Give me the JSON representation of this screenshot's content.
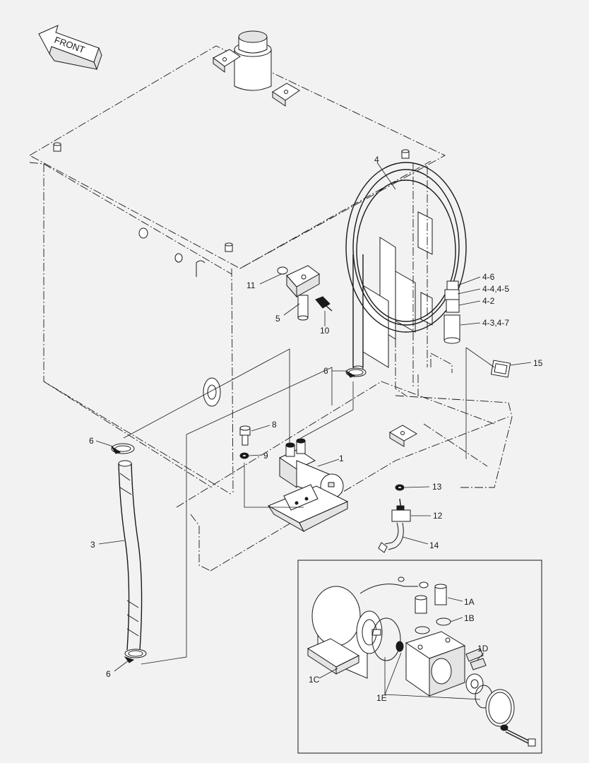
{
  "direction": {
    "text": "FRONT"
  },
  "callouts": [
    {
      "id": "c-4",
      "text": "4"
    },
    {
      "id": "c-4-6",
      "text": "4-6"
    },
    {
      "id": "c-4-4",
      "text": "4-4,4-5"
    },
    {
      "id": "c-4-2",
      "text": "4-2"
    },
    {
      "id": "c-4-3",
      "text": "4-3,4-7"
    },
    {
      "id": "c-11",
      "text": "11"
    },
    {
      "id": "c-5",
      "text": "5"
    },
    {
      "id": "c-10",
      "text": "10"
    },
    {
      "id": "c-6a",
      "text": "6"
    },
    {
      "id": "c-15",
      "text": "15"
    },
    {
      "id": "c-6b",
      "text": "6"
    },
    {
      "id": "c-8",
      "text": "8"
    },
    {
      "id": "c-9",
      "text": "9"
    },
    {
      "id": "c-1",
      "text": "1"
    },
    {
      "id": "c-13",
      "text": "13"
    },
    {
      "id": "c-12",
      "text": "12"
    },
    {
      "id": "c-3",
      "text": "3"
    },
    {
      "id": "c-14",
      "text": "14"
    },
    {
      "id": "c-6c",
      "text": "6"
    }
  ],
  "detail_callouts": [
    {
      "id": "d-1A",
      "text": "1A"
    },
    {
      "id": "d-1B",
      "text": "1B"
    },
    {
      "id": "d-1D",
      "text": "1D"
    },
    {
      "id": "d-1C",
      "text": "1C"
    },
    {
      "id": "d-1E",
      "text": "1E"
    }
  ]
}
